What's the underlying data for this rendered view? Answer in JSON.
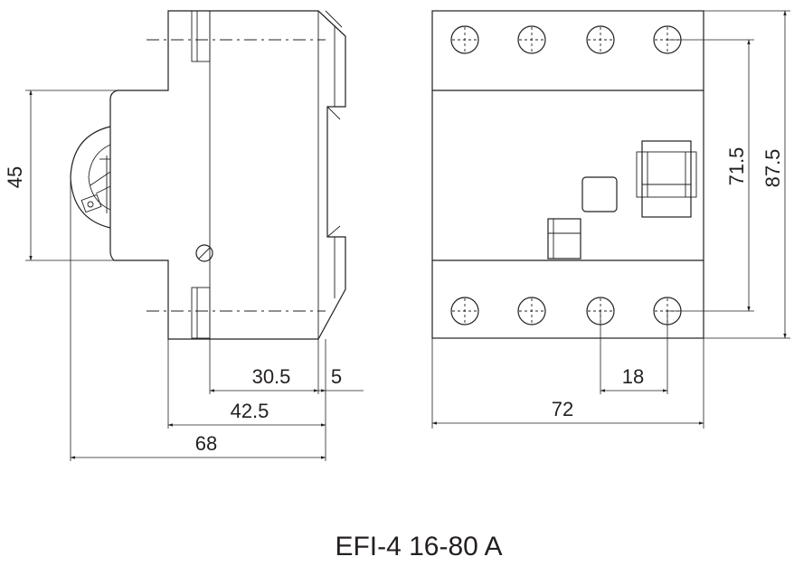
{
  "diagram": {
    "title": "EFI-4 16-80 A",
    "dimensions": {
      "side_height": "45",
      "side_depth_30_5": "30.5",
      "side_offset_5": "5",
      "side_depth_42_5": "42.5",
      "side_total_68": "68",
      "front_pitch": "18",
      "front_width": "72",
      "front_terminal_span": "71.5",
      "front_height": "87.5"
    }
  }
}
